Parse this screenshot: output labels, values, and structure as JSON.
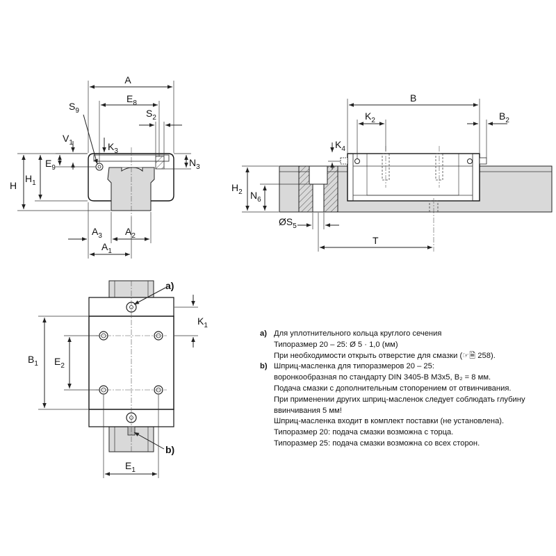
{
  "labels": {
    "A": "A",
    "E8": "E",
    "E8_sub": "8",
    "S9": "S",
    "S9_sub": "9",
    "S2": "S",
    "S2_sub": "2",
    "V1": "V",
    "V1_sub": "1",
    "K3": "K",
    "K3_sub": "3",
    "E9": "E",
    "E9_sub": "9",
    "N3": "N",
    "N3_sub": "3",
    "H": "H",
    "H1": "H",
    "H1_sub": "1",
    "A3": "A",
    "A3_sub": "3",
    "A2": "A",
    "A2_sub": "2",
    "A1": "A",
    "A1_sub": "1",
    "B": "B",
    "K2": "K",
    "K2_sub": "2",
    "B2": "B",
    "B2_sub": "2",
    "K4": "K",
    "K4_sub": "4",
    "H2": "H",
    "H2_sub": "2",
    "N6": "N",
    "N6_sub": "6",
    "S5": "ØS",
    "S5_sub": "5",
    "T": "T",
    "a": "a)",
    "b": "b)",
    "K1": "K",
    "K1_sub": "1",
    "B1": "B",
    "B1_sub": "1",
    "E2": "E",
    "E2_sub": "2",
    "E1": "E",
    "E1_sub": "1"
  },
  "notes": {
    "a_key": "a)",
    "a_lines": [
      "Для уплотнительного кольца круглого сечения",
      "Типоразмер 20 – 25: Ø 5 · 1,0 (мм)",
      "При необходимости открыть отверстие для смазки (☞🗎 258)."
    ],
    "b_key": "b)",
    "b_lines": [
      "Шприц-масленка для типоразмеров 20 – 25:",
      "воронкообразная по стандарту DIN 3405-B M3x5, B₂ = 8 мм.",
      "Подача смазки с дополнительным стопорением от отвинчивания.",
      "При применении других шприц-масленок следует соблюдать глубину",
      "ввинчивания 5 мм!",
      "Шприц-масленка входит в комплект поставки (не установлена).",
      "Типоразмер 20: подача смазки возможна с торца.",
      "Типоразмер 25: подача смазки возможна со всех сторон."
    ]
  }
}
